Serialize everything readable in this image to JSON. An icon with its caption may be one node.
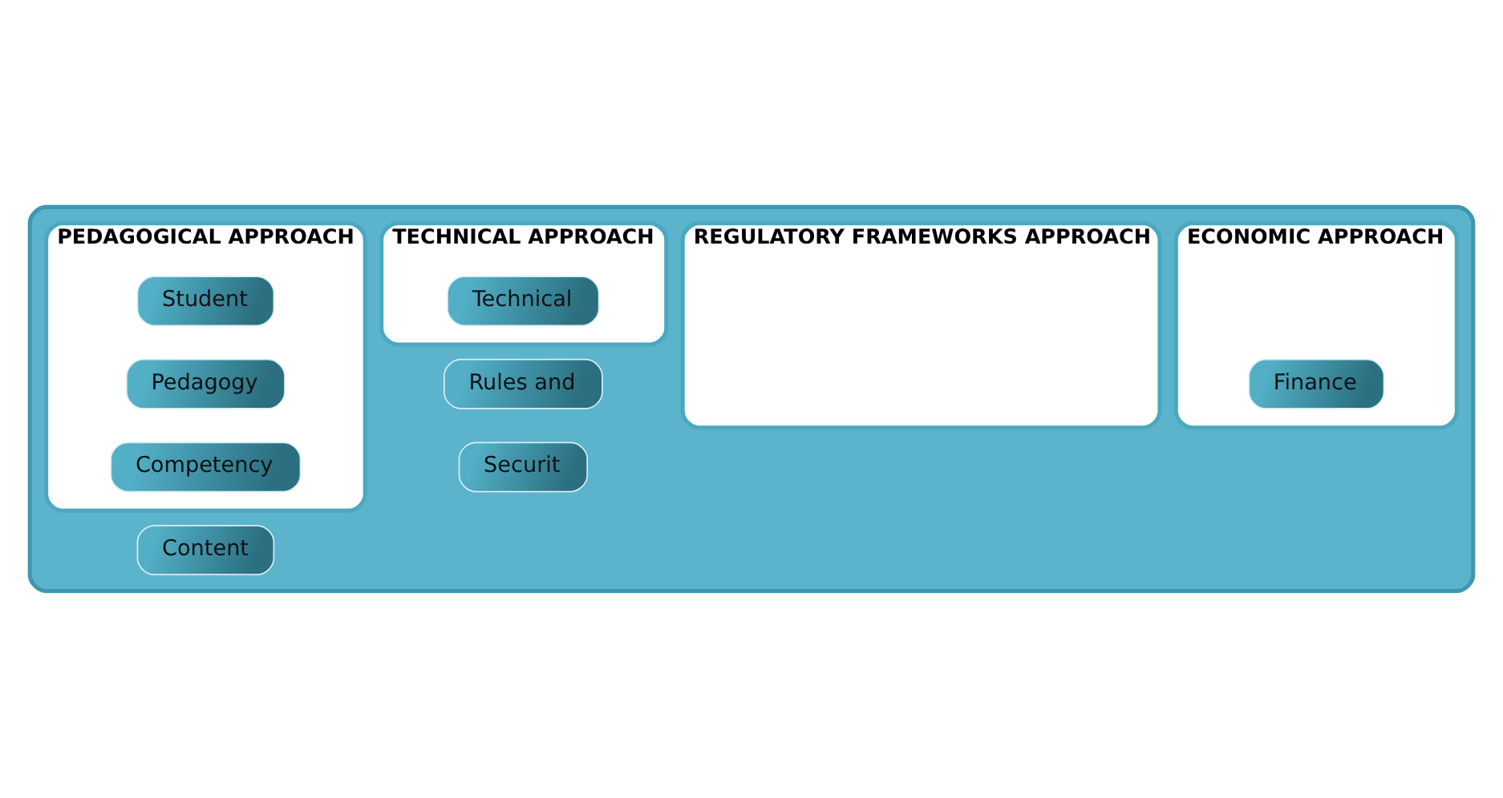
{
  "diagram": {
    "nodes": [
      {
        "text": [],
        "shape": "box"
      },
      {
        "text": [
          "PEDAGOGICAL APPROACH"
        ],
        "in": 0
      },
      {
        "text": [
          "TECHNICAL APPROACH"
        ],
        "in": 0
      },
      {
        "text": [
          "REGULATORY FRAMEWORKS APPROACH"
        ],
        "in": 0
      },
      {
        "text": [
          "ECONOMIC APPROACH"
        ],
        "in": 0
      },
      {
        "text": [
          "Student"
        ],
        "in": 1
      },
      {
        "text": [
          "Technical"
        ],
        "in": 2
      },
      {
        "text": [
          "Pedagogy"
        ],
        "in": 1
      },
      {
        "text": [
          "Rules and"
        ],
        "in": 0
      },
      {
        "text": [
          "Competency"
        ],
        "in": 1
      },
      {
        "text": [
          "Securit"
        ],
        "in": 0
      },
      {
        "text": [
          "Finance"
        ],
        "in": 4
      },
      {
        "text": [
          "Content"
        ],
        "in": 0
      }
    ]
  }
}
